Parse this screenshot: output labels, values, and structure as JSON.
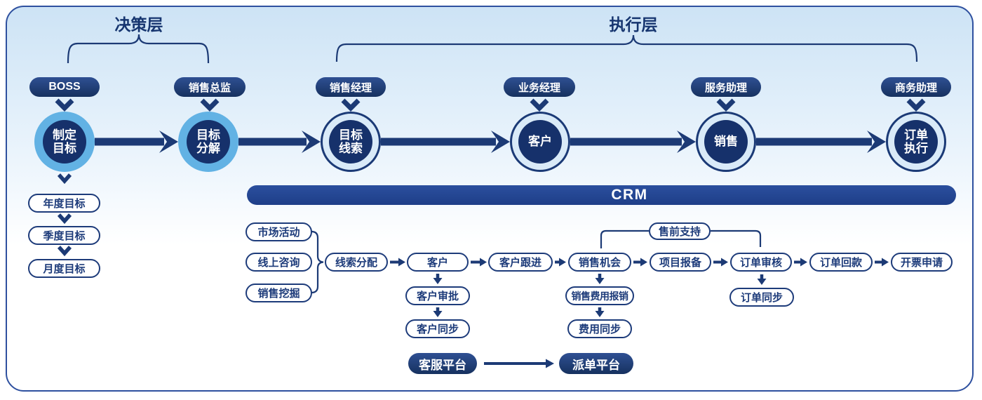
{
  "layers": {
    "decision": "决策层",
    "execution": "执行层"
  },
  "roles": [
    {
      "label": "BOSS"
    },
    {
      "label": "销售总监"
    },
    {
      "label": "销售经理"
    },
    {
      "label": "业务经理"
    },
    {
      "label": "服务助理"
    },
    {
      "label": "商务助理"
    }
  ],
  "stages": [
    {
      "text": "制定\n目标"
    },
    {
      "text": "目标\n分解"
    },
    {
      "text": "目标\n线索"
    },
    {
      "text": "客户"
    },
    {
      "text": "销售"
    },
    {
      "text": "订单\n执行"
    }
  ],
  "goals": [
    "年度目标",
    "季度目标",
    "月度目标"
  ],
  "crm_label": "CRM",
  "flow": {
    "sources": [
      "市场活动",
      "线上咨询",
      "销售挖掘"
    ],
    "main": [
      "线索分配",
      "客户",
      "客户跟进",
      "销售机会",
      "项目报备",
      "订单审核",
      "订单回款",
      "开票申请"
    ],
    "presales": "售前支持",
    "customer_sub": [
      "客户审批",
      "客户同步"
    ],
    "expense_sub": [
      "销售费用报销",
      "费用同步"
    ],
    "order_sub": [
      "订单同步"
    ],
    "platforms": [
      "客服平台",
      "派单平台"
    ]
  },
  "colors": {
    "navy": "#1c3a75",
    "sky_ring": "#62b2e4",
    "pale_ring": "#d9eaf8",
    "dark_pill": "#1d3c7c",
    "crm_bar": "#24479a",
    "panel_bg_top": "#cde3f5"
  }
}
